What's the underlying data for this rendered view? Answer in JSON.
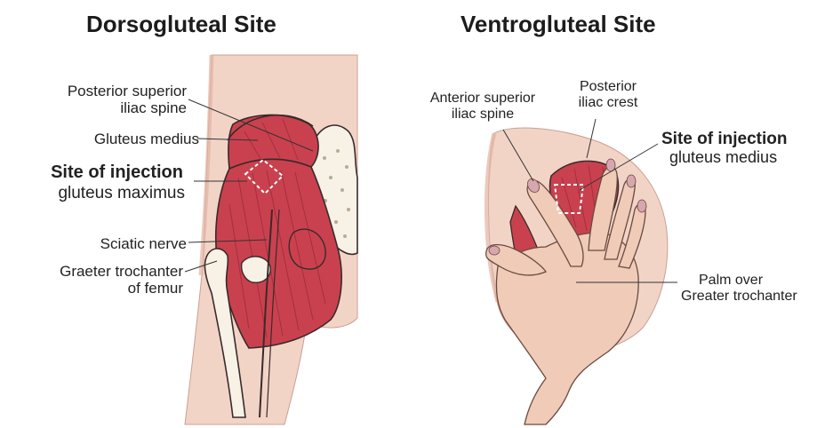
{
  "dorsogluteal": {
    "title": "Dorsogluteal Site",
    "labels": {
      "psis_line1": "Posterior superior",
      "psis_line2": "iliac spine",
      "gluteus_medius": "Gluteus medius",
      "injection_title": "Site of injection",
      "injection_muscle": "gluteus maximus",
      "sciatic_nerve": "Sciatic nerve",
      "trochanter_line1": "Graeter trochanter",
      "trochanter_line2": "of femur"
    }
  },
  "ventrogluteal": {
    "title": "Ventrogluteal Site",
    "labels": {
      "asis_line1": "Anterior superior",
      "asis_line2": "iliac spine",
      "crest_line1": "Posterior",
      "crest_line2": "iliac crest",
      "injection_title": "Site of injection",
      "injection_muscle": "gluteus medius",
      "palm_line1": "Palm over",
      "palm_line2": "Greater trochanter"
    }
  },
  "colors": {
    "skin": "#f2d4c7",
    "skin_shade": "#e3b3a3",
    "muscle": "#c9414f",
    "muscle_dark": "#9e2a38",
    "bone": "#f7f1e6",
    "outline": "#3a2a2a"
  }
}
